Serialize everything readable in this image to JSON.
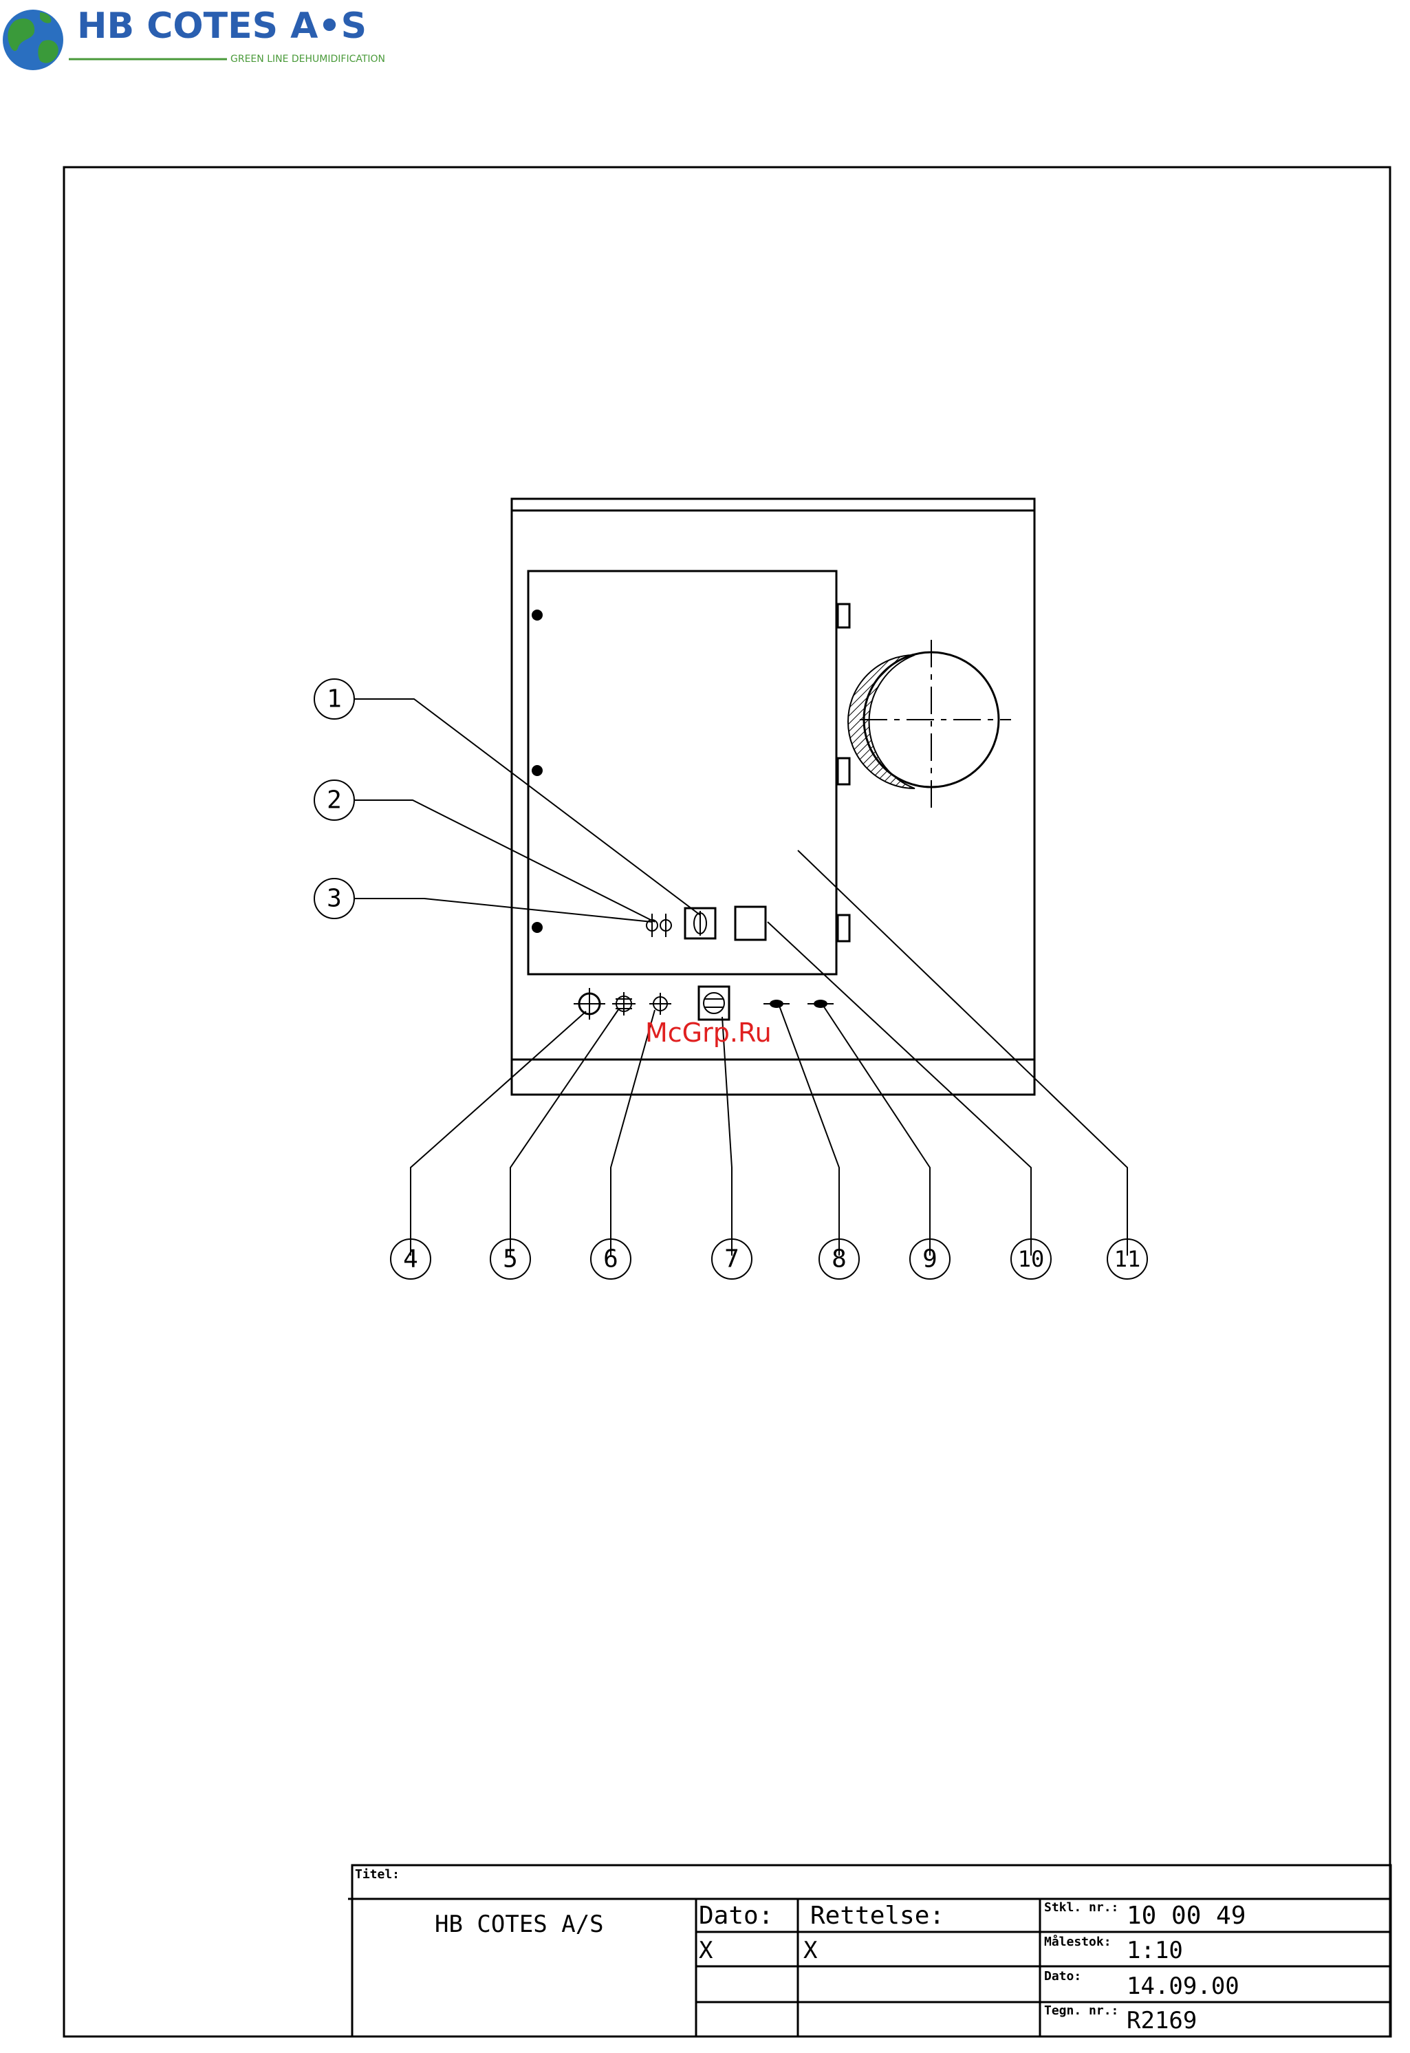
{
  "logo": {
    "company": "HB COTES A•S",
    "tagline": "GREEN LINE DEHUMIDIFICATION"
  },
  "diagram": {
    "callouts": [
      "1",
      "2",
      "3",
      "4",
      "5",
      "6",
      "7",
      "8",
      "9",
      "10",
      "11"
    ],
    "watermark": "McGrp.Ru"
  },
  "title_block": {
    "titel_label": "Titel:",
    "company": "HB COTES A/S",
    "dato_header": "Dato:",
    "rettelse_header": "Rettelse:",
    "dato_value": "X",
    "rettelse_value": "X",
    "stkl_label": "Stkl. nr.:",
    "stkl_value": "10  00  49",
    "malestok_label": "Målestok:",
    "malestok_value": "1:10",
    "dato_label": "Dato:",
    "dato_date": "14.09.00",
    "tegn_label": "Tegn. nr.:",
    "tegn_value": "R2169"
  }
}
